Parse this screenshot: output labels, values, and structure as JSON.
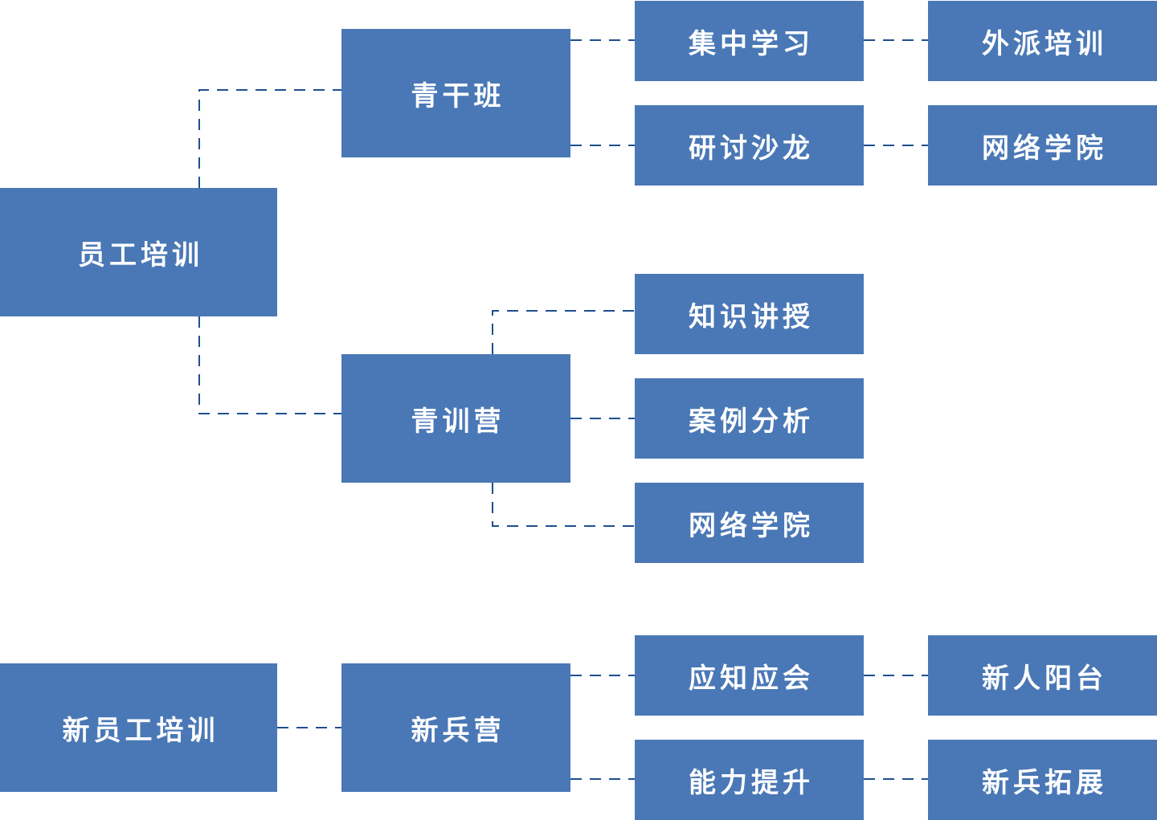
{
  "nodes": {
    "employee_training": "员工培训",
    "youth_cadre_class": "青干班",
    "centralized_study": "集中学习",
    "external_training": "外派培训",
    "seminar_salon": "研讨沙龙",
    "online_academy_1": "网络学院",
    "youth_training_camp": "青训营",
    "knowledge_lecture": "知识讲授",
    "case_analysis": "案例分析",
    "online_academy_2": "网络学院",
    "new_employee_training": "新员工培训",
    "recruit_camp": "新兵营",
    "essential_knowledge": "应知应会",
    "newcomer_stage": "新人阳台",
    "ability_improvement": "能力提升",
    "recruit_expansion": "新兵拓展"
  }
}
